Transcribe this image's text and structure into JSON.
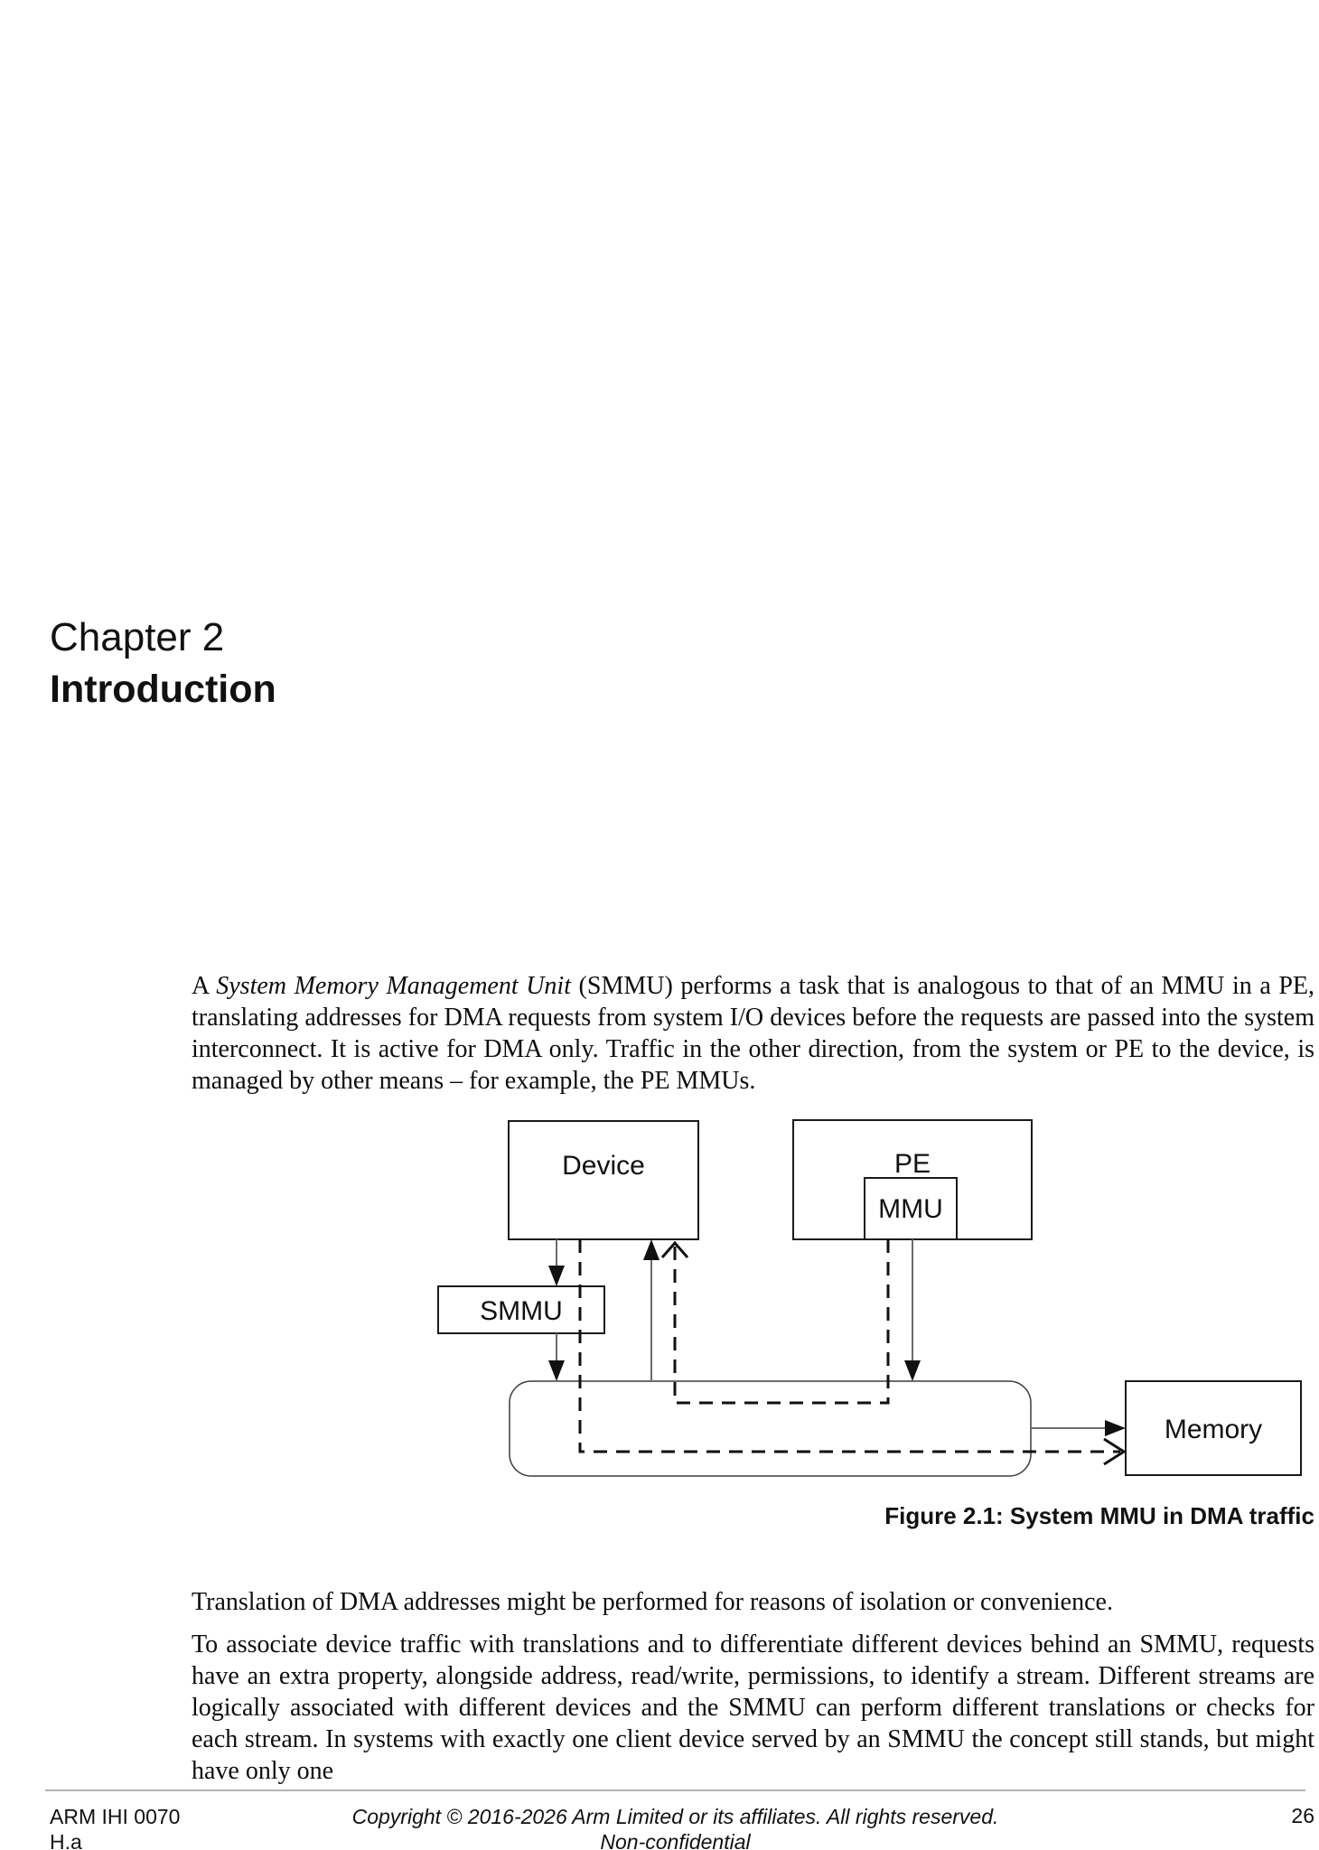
{
  "page": {
    "chapter_label": "Chapter 2",
    "chapter_title": "Introduction",
    "paragraphs": {
      "p1_prefix": "A ",
      "p1_italic": "System Memory Management Unit",
      "p1_rest": " (SMMU) performs a task that is analogous to that of an MMU in a PE, translating addresses for DMA requests from system I/O devices before the requests are passed into the system interconnect. It is active for DMA only. Traffic in the other direction, from the system or PE to the device, is managed by other means – for example, the PE MMUs.",
      "p2": "Translation of DMA addresses might be performed for reasons of isolation or convenience.",
      "p3": "To associate device traffic with translations and to differentiate different devices behind an SMMU, requests have an extra property, alongside address, read/write, permissions, to identify a stream. Different streams are logically associated with different devices and the SMMU can perform different translations or checks for each stream. In systems with exactly one client device served by an SMMU the concept still stands, but might have only one"
    },
    "figure": {
      "caption": "Figure 2.1: System MMU in DMA traffic",
      "nodes": {
        "device": "Device",
        "pe": "PE",
        "mmu": "MMU",
        "smmu": "SMMU",
        "memory": "Memory"
      },
      "line_colors": {
        "solid": "#6b6b6b",
        "dashed": "#111111",
        "box_border": "#1a1a1a"
      }
    },
    "footer": {
      "doc_id": "ARM IHI 0070",
      "version": "H.a",
      "copyright": "Copyright © 2016-2026 Arm Limited or its affiliates. All rights reserved.",
      "classification": "Non-confidential",
      "page_number": "26"
    }
  }
}
